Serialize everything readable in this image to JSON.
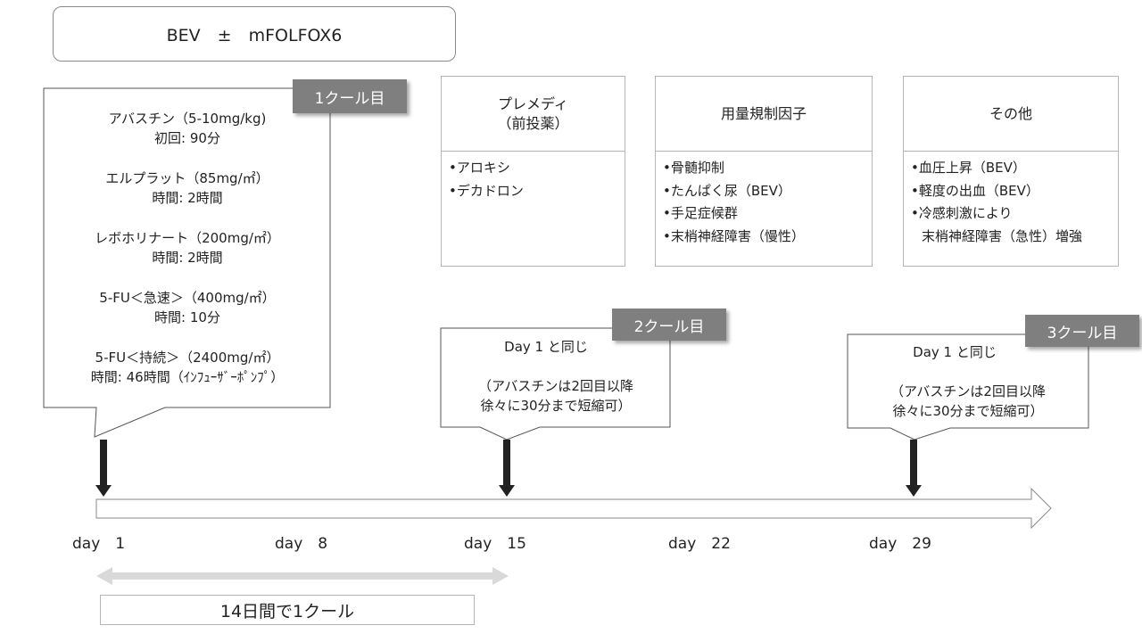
{
  "title": "BEV　±　mFOLFOX6",
  "cycle1": {
    "tag": "1クール目",
    "drugs": [
      {
        "name": "アバスチン（5-10mg/kg)",
        "detail": "初回: 90分"
      },
      {
        "name": "エルプラット（85mg/㎡）",
        "detail": "時間: 2時間"
      },
      {
        "name": "レボホリナート（200mg/㎡）",
        "detail": "時間: 2時間"
      },
      {
        "name": "5-FU＜急速＞（400mg/㎡）",
        "detail": "時間: 10分"
      },
      {
        "name": "5-FU＜持続＞（2400mg/㎡）",
        "detail": "時間: 46時間（ｲﾝﾌｭｰｻﾞｰﾎﾟﾝﾌﾟ）"
      }
    ]
  },
  "cycle2": {
    "tag": "2クール目",
    "same": "Day 1  と同じ",
    "note1": "（アバスチンは2回目以降",
    "note2": "徐々に30分まで短縮可）"
  },
  "cycle3": {
    "tag": "3クール目",
    "same": "Day 1  と同じ",
    "note1": "（アバスチンは2回目以降",
    "note2": "徐々に30分まで短縮可）"
  },
  "premedication": {
    "header_line1": "プレメディ",
    "header_line2": "（前投薬）",
    "items": [
      "•アロキシ",
      "•デカドロン"
    ]
  },
  "dose_limiting": {
    "header": "用量規制因子",
    "items": [
      "•骨髄抑制",
      "•たんぱく尿（BEV）",
      "•手足症候群",
      "•末梢神経障害（慢性）"
    ]
  },
  "other": {
    "header": "その他",
    "items": [
      "•血圧上昇（BEV）",
      "•軽度の出血（BEV）",
      "•冷感刺激により"
    ],
    "continuation": "末梢神経障害（急性）増強"
  },
  "timeline": {
    "days": [
      "day　1",
      "day　8",
      "day　15",
      "day　22",
      "day　29"
    ]
  },
  "cycle_length": "14日間で1クール",
  "colors": {
    "tag_bg": "#7f7f7f",
    "arrow_dark": "#222222",
    "span_arrow": "#d9d9d9",
    "border": "#b5b5b5"
  }
}
